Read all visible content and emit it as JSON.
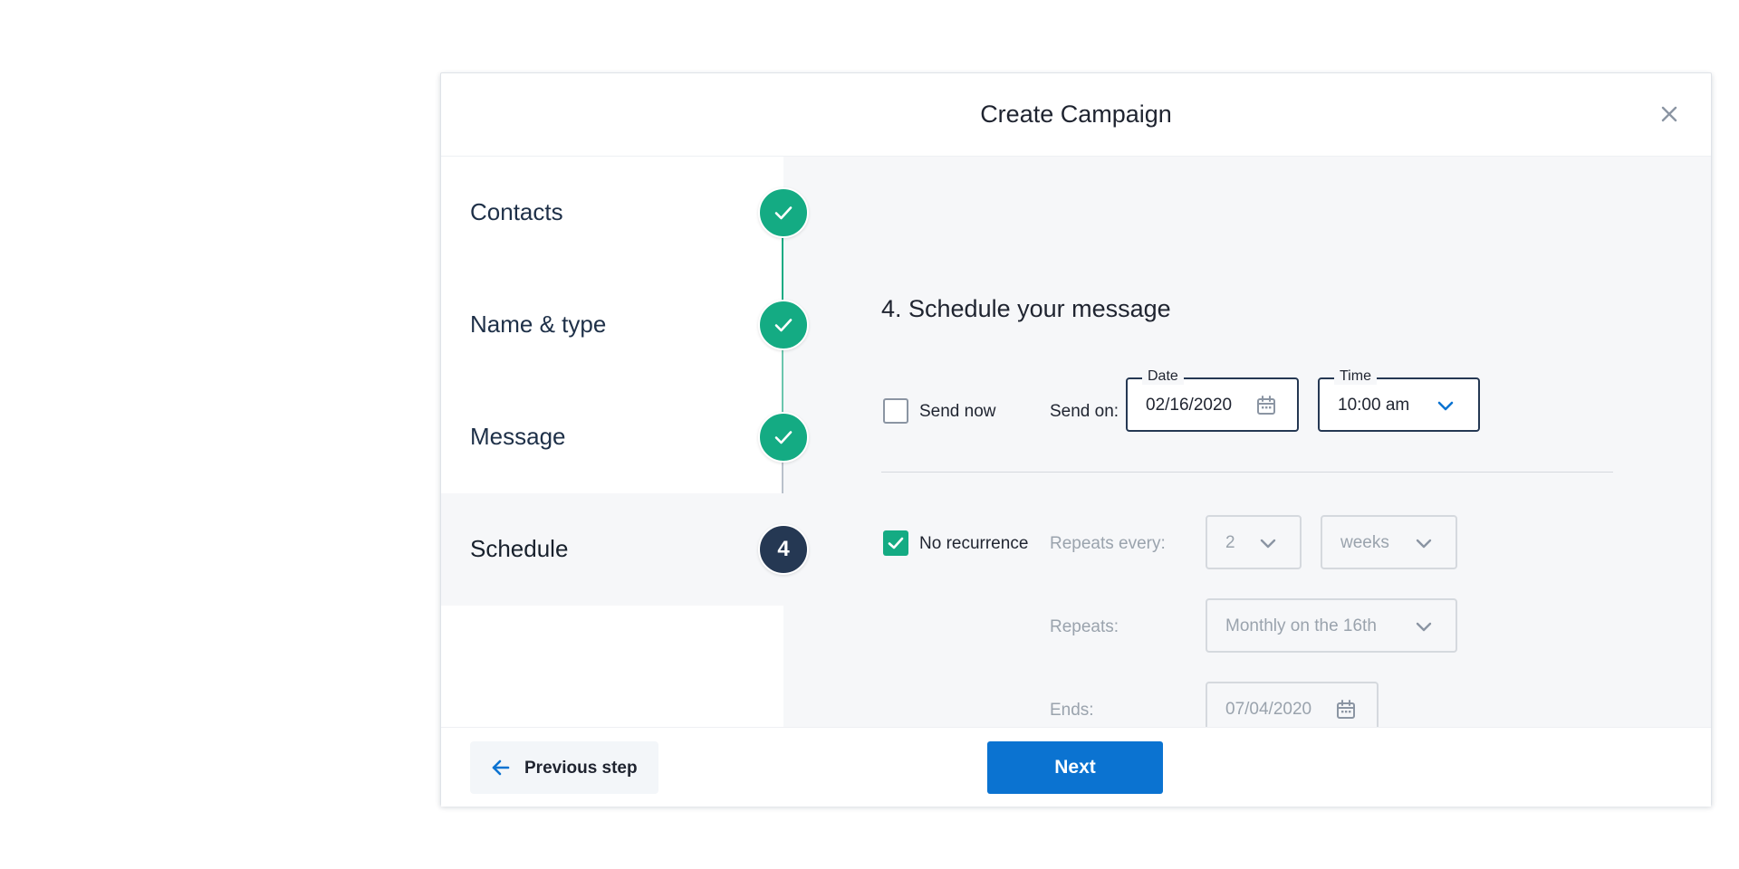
{
  "modal": {
    "title": "Create Campaign"
  },
  "steps": [
    {
      "label": "Contacts",
      "status": "complete",
      "icon": "check-icon"
    },
    {
      "label": "Name & type",
      "status": "complete",
      "icon": "check-icon"
    },
    {
      "label": "Message",
      "status": "complete",
      "icon": "check-icon"
    },
    {
      "label": "Schedule",
      "status": "current",
      "number": "4"
    }
  ],
  "schedule": {
    "title": "4. Schedule your message",
    "send_now_label": "Send now",
    "send_now_checked": false,
    "send_on_label": "Send on:",
    "date": {
      "legend": "Date",
      "value": "02/16/2020",
      "icon": "calendar-icon"
    },
    "time": {
      "legend": "Time",
      "value": "10:00 am",
      "icon": "chevron-down-icon"
    },
    "no_recurrence_label": "No recurrence",
    "no_recurrence_checked": true,
    "repeats_every_label": "Repeats every:",
    "repeats_every_value": "2",
    "repeats_every_unit": "weeks",
    "repeats_label": "Repeats:",
    "repeats_value": "Monthly on the 16th",
    "ends_label": "Ends:",
    "ends_value": "07/04/2020"
  },
  "footer": {
    "previous_label": "Previous step",
    "next_label": "Next"
  },
  "colors": {
    "complete": "#14ab83",
    "current": "#253853",
    "primary": "#0b73d1",
    "content_background": "#f6f7f9"
  }
}
